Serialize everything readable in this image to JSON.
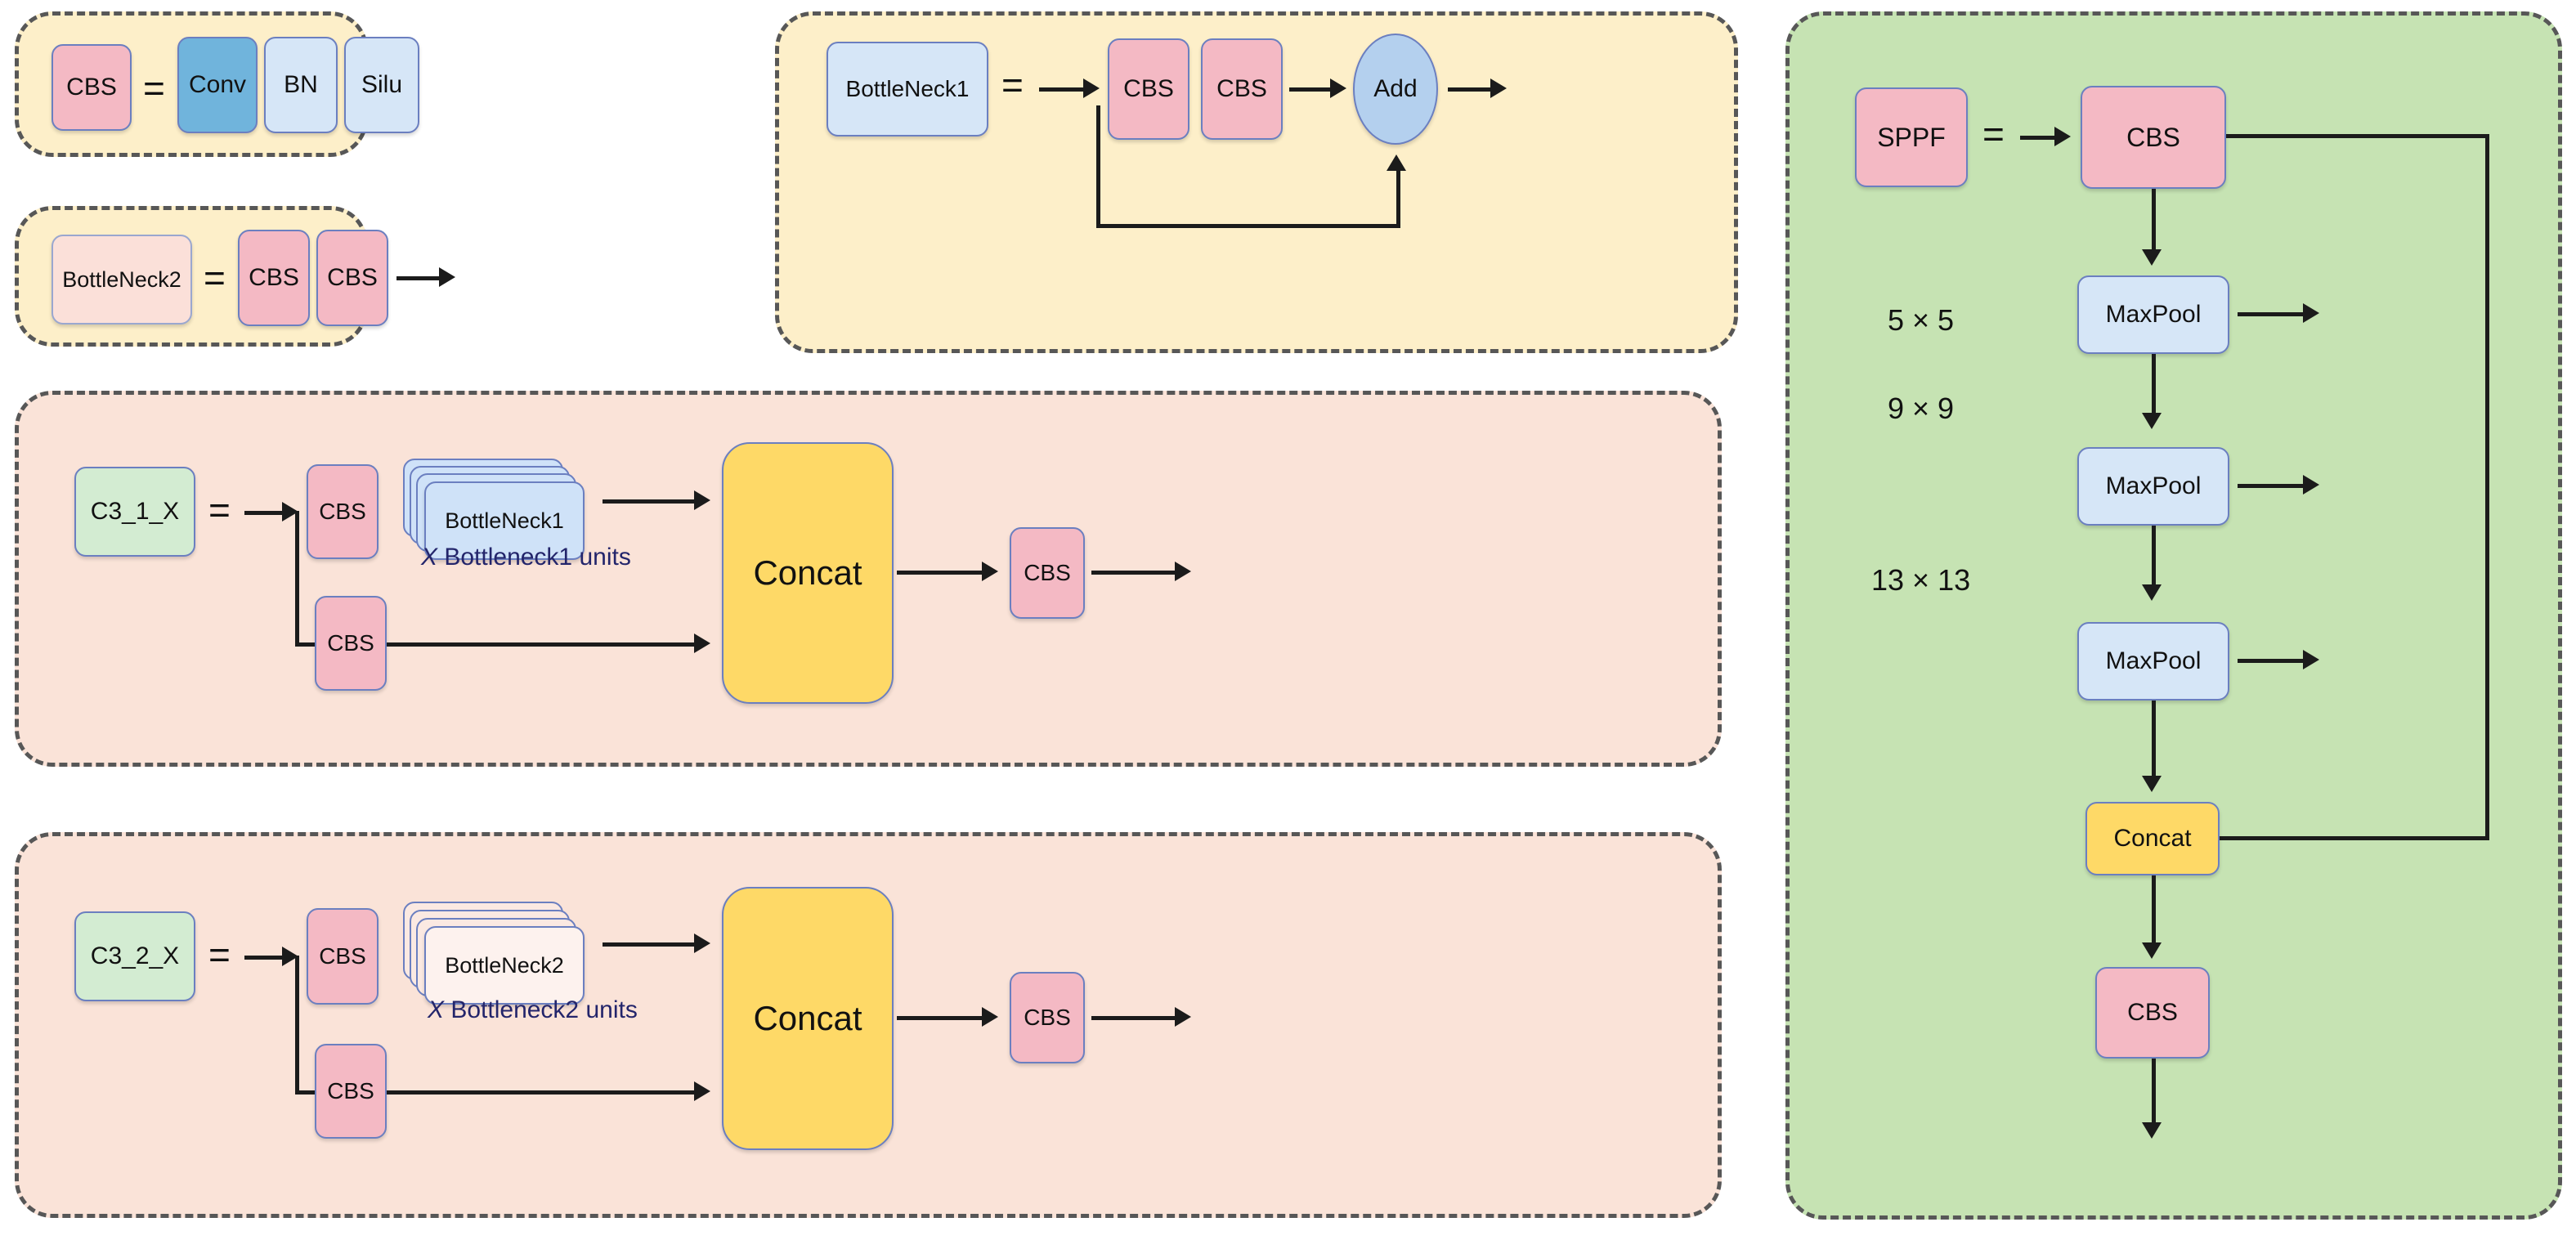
{
  "colors": {
    "panel_cream": "#fdefc9",
    "panel_peach": "#fae3d8",
    "panel_green": "#c6e3b3",
    "node_pink": "#f4b9c4",
    "node_pink_light": "#fbe0d9",
    "node_conv_blue": "#70b4dc",
    "node_blue_light": "#d6e6f7",
    "node_blue": "#b4d0ee",
    "node_yellow": "#fed967",
    "node_green": "#d3ecd2",
    "node_border": "#6b7fc0",
    "panel_border": "#575757",
    "arrow": "#1b1b1b",
    "units_text": "#23256b"
  },
  "panels": {
    "cbs_definition": {
      "equals": "=",
      "lhs": "CBS",
      "rhs": [
        "Conv",
        "BN",
        "Silu"
      ]
    },
    "bottleneck2_definition": {
      "equals": "=",
      "lhs": "BottleNeck2",
      "rhs": [
        "CBS",
        "CBS"
      ]
    },
    "bottleneck1_definition": {
      "equals": "=",
      "lhs": "BottleNeck1",
      "nodes": [
        "CBS",
        "CBS",
        "Add"
      ]
    },
    "c3_1_x": {
      "equals": "=",
      "lhs": "C3_1_X",
      "branch_top_first": "CBS",
      "stacked_block": "BottleNeck1",
      "units_caption_italic": "X",
      "units_caption_rest": " Bottleneck1 units",
      "branch_bottom": "CBS",
      "merge": "Concat",
      "output": "CBS"
    },
    "c3_2_x": {
      "equals": "=",
      "lhs": "C3_2_X",
      "branch_top_first": "CBS",
      "stacked_block": "BottleNeck2",
      "units_caption_italic": "X",
      "units_caption_rest": " Bottleneck2 units",
      "branch_bottom": "CBS",
      "merge": "Concat",
      "output": "CBS"
    },
    "sppf": {
      "equals": "=",
      "lhs": "SPPF",
      "entry": "CBS",
      "pools": [
        {
          "kernel": "5 × 5",
          "label": "MaxPool"
        },
        {
          "kernel": "9 × 9",
          "label": "MaxPool"
        },
        {
          "kernel": "13 × 13",
          "label": "MaxPool"
        }
      ],
      "merge": "Concat",
      "output": "CBS"
    }
  }
}
